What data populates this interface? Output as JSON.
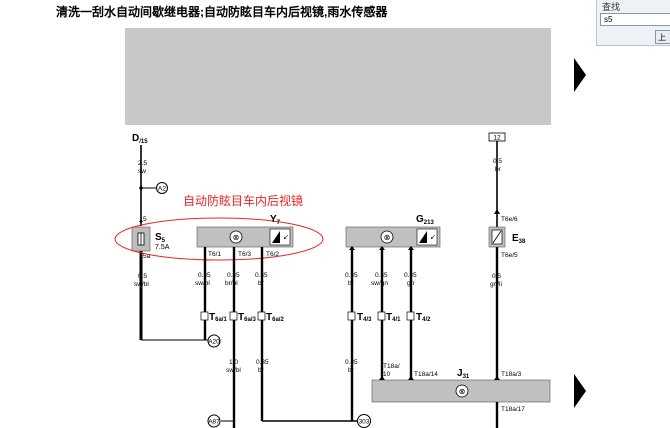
{
  "title": "清洗一刮水自动间歇继电器;自动防眩目车内后视镜,雨水传感器",
  "annotation": "自动防眩目车内后视镜",
  "find_panel": {
    "label": "查找",
    "query": "s5",
    "button_label": "上"
  },
  "supply": {
    "d_main": "D",
    "d_sub": "/15",
    "conn_12": "12"
  },
  "fuse": {
    "main": "S",
    "sub": "5",
    "rating": "7.5A",
    "pin_top": "5",
    "pin_bottom": "5a"
  },
  "wires": {
    "w_d": {
      "size": "2.5",
      "color": "sw"
    },
    "w_fuse_out": {
      "size": "0.5",
      "color": "sw/bl"
    },
    "w_y_1": {
      "size": "0.35",
      "color": "sw/bl"
    },
    "w_y_2": {
      "size": "0.35",
      "color": "br/bl"
    },
    "w_y_3": {
      "size": "0.35",
      "color": "br"
    },
    "w_y_2b": {
      "size": "1.0",
      "color": "sw/bl"
    },
    "w_y_3b": {
      "size": "0.35",
      "color": "br"
    },
    "w_g_1": {
      "size": "0.35",
      "color": "br"
    },
    "w_g_2": {
      "size": "0.35",
      "color": "sw/gn"
    },
    "w_g_3": {
      "size": "0.35",
      "color": "gn"
    },
    "w_g_1b": {
      "size": "0.35",
      "color": "br"
    },
    "w_e_top": {
      "size": "0.5",
      "color": "br"
    },
    "w_e_bot": {
      "size": "0.5",
      "color": "gn/li"
    }
  },
  "components": {
    "y": {
      "main": "Y",
      "sub": "7",
      "pins": [
        "T6/1",
        "T6/3",
        "T6/2"
      ]
    },
    "g": {
      "main": "G",
      "sub": "213"
    },
    "e": {
      "main": "E",
      "sub": "38",
      "pin_top": "T6e/6",
      "pin_bottom": "T6e/5"
    },
    "j": {
      "main": "J",
      "sub": "31",
      "pin_left_a": "T18a/",
      "pin_left_b": "10",
      "pin_mid": "T18a/14",
      "pin_right": "T18a/3",
      "pin_bottom": "T18a/17"
    }
  },
  "connectors": {
    "t6a1": {
      "main": "T",
      "sub": "6a/1"
    },
    "t6a3": {
      "main": "T",
      "sub": "6a/3"
    },
    "t6a2": {
      "main": "T",
      "sub": "6a/2"
    },
    "t43": {
      "main": "T",
      "sub": "4/3"
    },
    "t41": {
      "main": "T",
      "sub": "4/1"
    },
    "t42": {
      "main": "T",
      "sub": "4/2"
    }
  },
  "refs": {
    "a2": "A2",
    "a20": "A20",
    "a87": "A87",
    "r303": "303"
  }
}
